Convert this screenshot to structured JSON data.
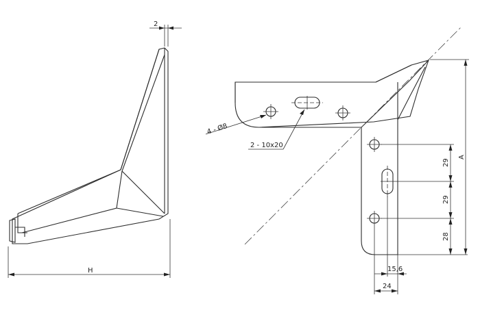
{
  "drawing": {
    "dimensions": {
      "thickness": "2",
      "height_label": "H",
      "holes": "4 - Ø8",
      "slots": "2 - 10x20",
      "spacing_1": "29",
      "spacing_2": "29",
      "bottom_offset": "28",
      "overall_label": "A",
      "hole_offset": "15,6",
      "width": "24"
    }
  }
}
